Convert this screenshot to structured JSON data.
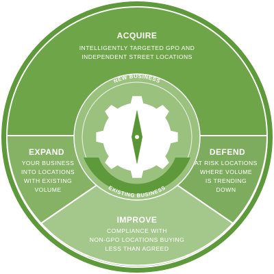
{
  "colors": {
    "outer_dark": "#5e9a3c",
    "acquire": "#6fa549",
    "expand": "#85b265",
    "defend": "#7eac5e",
    "improve": "#a4c78b",
    "inner_ring": "#9bc17f",
    "gear": "#ffffff",
    "compass": "#5a9636",
    "border": "#ffffff"
  },
  "acquire": {
    "heading": "ACQUIRE",
    "lines": [
      "INTELLIGENTLY TARGETED GPO AND",
      "INDEPENDENT STREET LOCATIONS"
    ]
  },
  "expand": {
    "heading": "EXPAND",
    "lines": [
      "YOUR BUSINESS",
      "INTO LOCATIONS",
      "WITH EXISTING",
      "VOLUME"
    ]
  },
  "defend": {
    "heading": "DEFEND",
    "lines": [
      "AT RISK LOCATIONS",
      "WHERE VOLUME",
      "IS TRENDING",
      "DOWN"
    ]
  },
  "improve": {
    "heading": "IMPROVE",
    "lines": [
      "COMPLIANCE WITH",
      "NON-GPO LOCATIONS BUYING",
      "LESS THAN AGREED"
    ]
  },
  "center": {
    "new_business": "NEW BUSINESS",
    "existing_business": "EXISTING BUSINESS",
    "icon": "compass-icon"
  }
}
